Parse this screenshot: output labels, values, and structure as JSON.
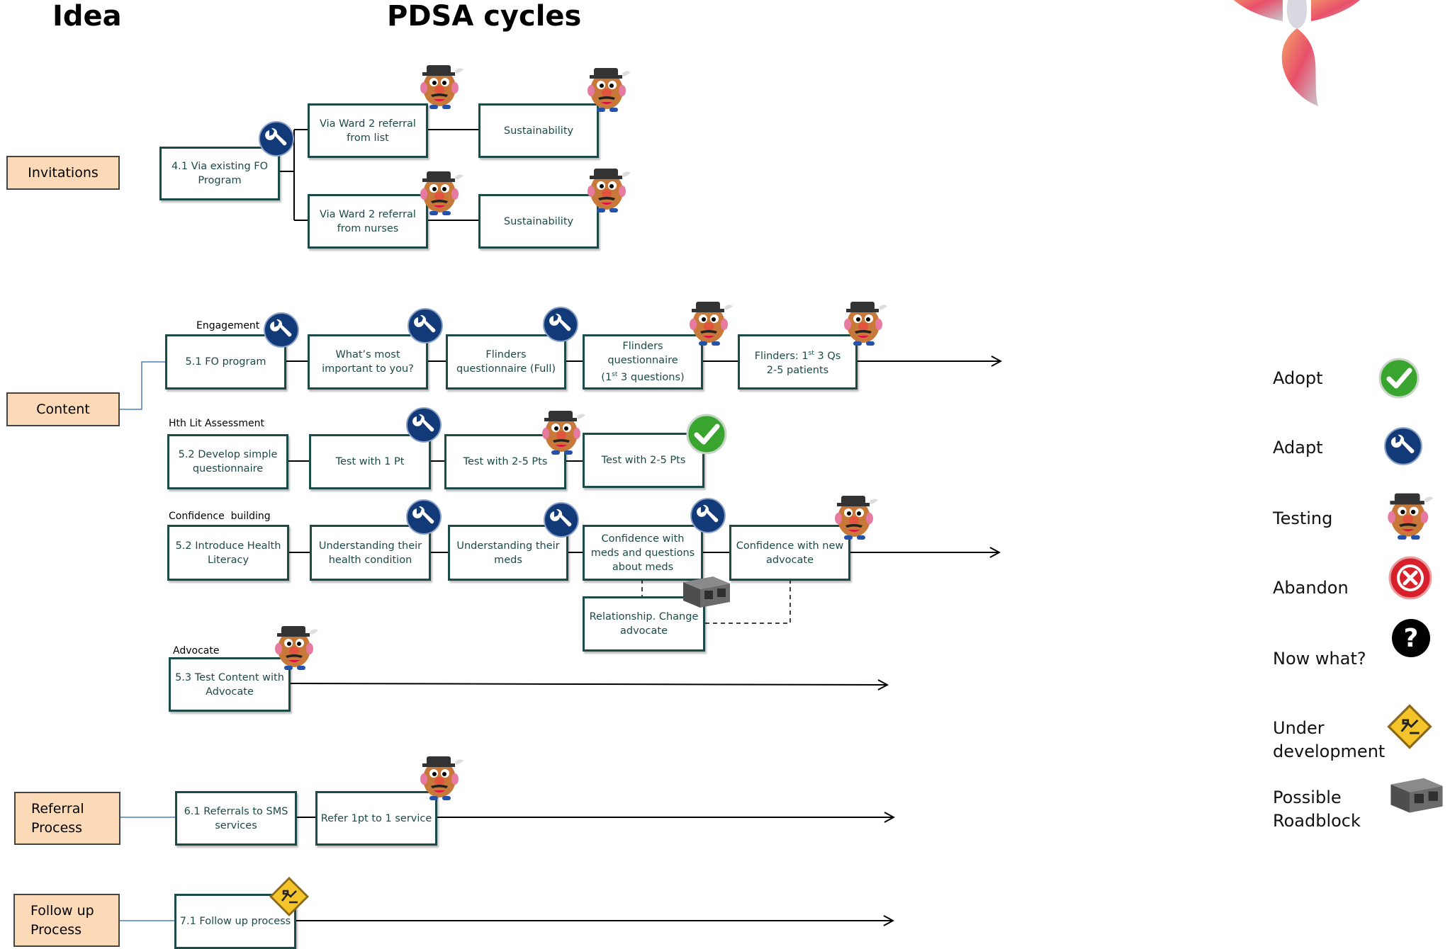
{
  "headers": {
    "idea": "Idea",
    "pdsa": "PDSA cycles"
  },
  "ideas": {
    "invitations": "Invitations",
    "content": "Content",
    "referral": "Referral Process",
    "followup": "Follow up Process"
  },
  "sections": {
    "engagement": "Engagement",
    "hth_lit": "Hth Lit Assessment",
    "confidence": "Confidence  building",
    "advocate": "Advocate"
  },
  "nodes": {
    "n41": "4.1 Via existing FO Program",
    "w2list": "Via Ward 2 referral from list",
    "sust1": "Sustainability",
    "w2nurses": "Via Ward 2 referral from nurses",
    "sust2": "Sustainability",
    "n51": "5.1 FO program",
    "whatmost": "What’s most important to you?",
    "flinfull": "Flinders questionnaire (Full)",
    "flin3q_a": "Flinders questionnaire",
    "flin3q_b": "(1st 3 questions)",
    "flin3qs_a": "Flinders: 1st 3 Qs",
    "flin3qs_b": "2-5 patients",
    "n52a": "5.2 Develop simple questionnaire",
    "test1": "Test with 1 Pt",
    "test25a": "Test with 2-5 Pts",
    "test25b": "Test with 2-5 Pts",
    "n52b": "5.2 Introduce Health Literacy",
    "undhealth": "Understanding their health condition",
    "undmeds": "Understanding their meds",
    "confmeds": "Confidence with meds and questions about meds",
    "confadv": "Confidence with new advocate",
    "relchange": "Relationship.  Change advocate",
    "n53": "5.3 Test Content with Advocate",
    "n61": "6.1 Referrals to SMS services",
    "refer1": "Refer 1pt to 1 service",
    "n71": "7.1 Follow up process"
  },
  "legend": {
    "adopt": "Adopt",
    "adapt": "Adapt",
    "testing": "Testing",
    "abandon": "Abandon",
    "nowwhat": "Now what?",
    "underdev": "Under development",
    "roadblock": "Possible Roadblock"
  },
  "icons": {
    "adapt": "wrench-icon",
    "adopt": "checkmark-icon",
    "testing": "mr-potato-head-icon",
    "abandon": "x-circle-icon",
    "nowwhat": "question-icon",
    "underdev": "construction-sign-icon",
    "roadblock": "cinder-block-icon",
    "logo": "flower-logo"
  },
  "colors": {
    "node_border": "#1c4a48",
    "idea_fill": "#fcd9b7",
    "adapt_blue": "#123a78",
    "adopt_green": "#3aa52e",
    "abandon_red": "#d8202a"
  }
}
